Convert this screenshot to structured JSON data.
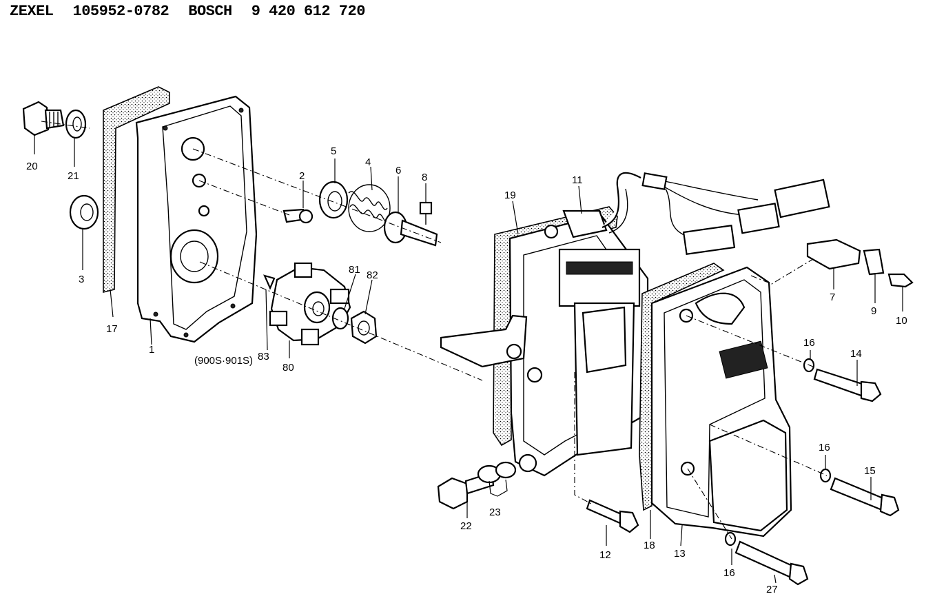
{
  "header": {
    "brand": "ZEXEL",
    "zexel_number": "105952-0782",
    "oem": "BOSCH",
    "bosch_number": "9 420 612 720"
  },
  "callouts": {
    "p1": "1",
    "p2": "2",
    "p3": "3",
    "p4": "4",
    "p5": "5",
    "p6": "6",
    "p7": "7",
    "p8": "8",
    "p9": "9",
    "p10": "10",
    "p11": "11",
    "p12": "12",
    "p13": "13",
    "p14": "14",
    "p15": "15",
    "p16a": "16",
    "p16b": "16",
    "p16c": "16",
    "p17": "17",
    "p18": "18",
    "p19": "19",
    "p20": "20",
    "p21": "21",
    "p22": "22",
    "p23": "23",
    "p27": "27",
    "p80": "80",
    "p81": "81",
    "p82": "82",
    "p83": "83",
    "p83note": "(900S·901S)"
  }
}
